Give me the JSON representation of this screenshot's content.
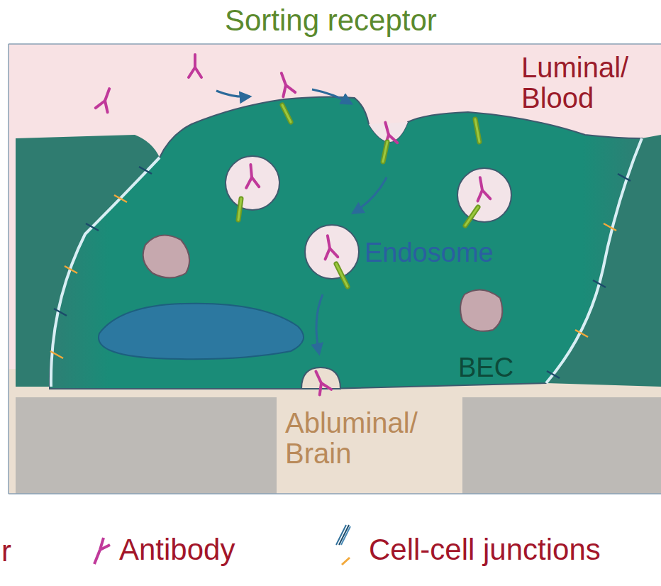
{
  "diagram": {
    "title": "Sorting receptor",
    "labels": [
      "Luminal/ Blood",
      "Endosome",
      "BEC",
      "Abluminal/ Brain",
      "r"
    ],
    "legend": [
      {
        "text": "Antibody"
      },
      {
        "text": "Cell-cell junctions"
      }
    ]
  }
}
